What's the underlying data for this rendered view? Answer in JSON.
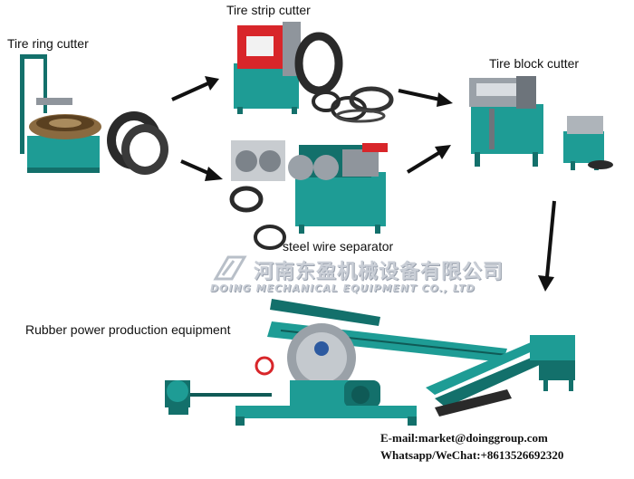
{
  "labels": {
    "tire_ring_cutter": "Tire ring cutter",
    "tire_strip_cutter": "Tire strip cutter",
    "tire_block_cutter": "Tire block cutter",
    "steel_wire_separator": "steel wire separator",
    "rubber_powder_equipment": "Rubber power production equipment"
  },
  "watermark": {
    "chinese": "河南东盈机械设备有限公司",
    "english": "DOING MECHANICAL EQUIPMENT CO., LTD"
  },
  "contact": {
    "email": "E-mail:market@doinggroup.com",
    "whatsapp": "Whatsapp/WeChat:+8613526692320"
  },
  "colors": {
    "machine_teal": "#1e9c95",
    "machine_dark": "#13706b",
    "guard_red": "#d8262a",
    "steel_gray": "#8f959c",
    "tire_black": "#2a2a2a"
  }
}
